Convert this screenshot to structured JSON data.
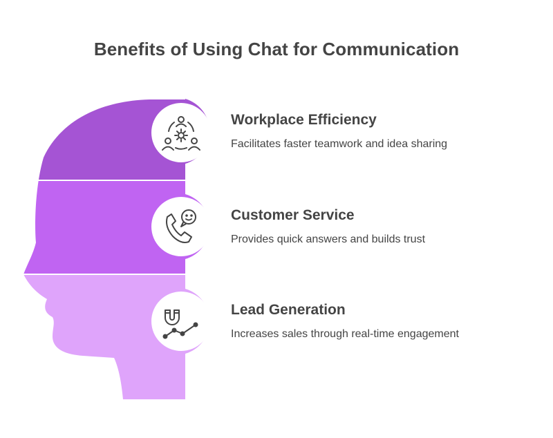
{
  "title": "Benefits of Using Chat for Communication",
  "colors": {
    "band1": "#a554d4",
    "band2": "#c064f2",
    "band3": "#dfa4fb",
    "ring1": "#a554d4",
    "ring2": "#c064f2",
    "ring3": "#dfa4fb",
    "text": "#444444",
    "icon": "#444444"
  },
  "items": [
    {
      "title": "Workplace Efficiency",
      "description": "Facilitates faster teamwork and idea sharing",
      "icon": "team-collaboration-icon"
    },
    {
      "title": "Customer Service",
      "description": "Provides quick answers and builds trust",
      "icon": "phone-chat-icon"
    },
    {
      "title": "Lead Generation",
      "description": "Increases sales through real-time engagement",
      "icon": "magnet-growth-icon"
    }
  ]
}
